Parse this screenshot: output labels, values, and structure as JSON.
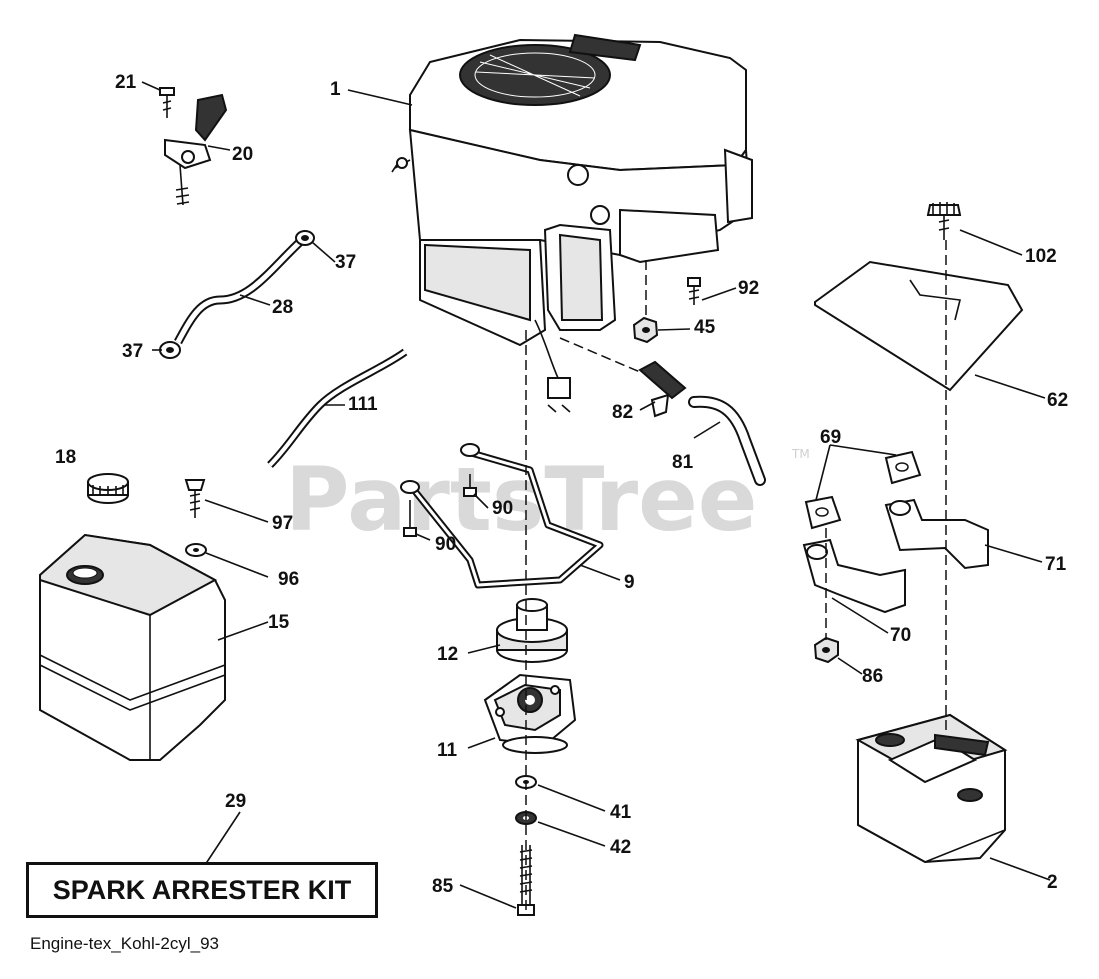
{
  "diagram": {
    "watermark": "PartsTree",
    "watermark_mark": "TM",
    "kit_label": "SPARK ARRESTER KIT",
    "drawing_code": "Engine-tex_Kohl-2cyl_93",
    "callouts": {
      "c1": "1",
      "c2": "2",
      "c9": "9",
      "c11": "11",
      "c12": "12",
      "c15": "15",
      "c18": "18",
      "c20": "20",
      "c21": "21",
      "c28": "28",
      "c29": "29",
      "c37a": "37",
      "c37b": "37",
      "c41": "41",
      "c42": "42",
      "c45": "45",
      "c62": "62",
      "c69": "69",
      "c70": "70",
      "c71": "71",
      "c81": "81",
      "c82": "82",
      "c85": "85",
      "c86": "86",
      "c90a": "90",
      "c90b": "90",
      "c92": "92",
      "c96": "96",
      "c97": "97",
      "c102": "102",
      "c111": "111"
    }
  }
}
